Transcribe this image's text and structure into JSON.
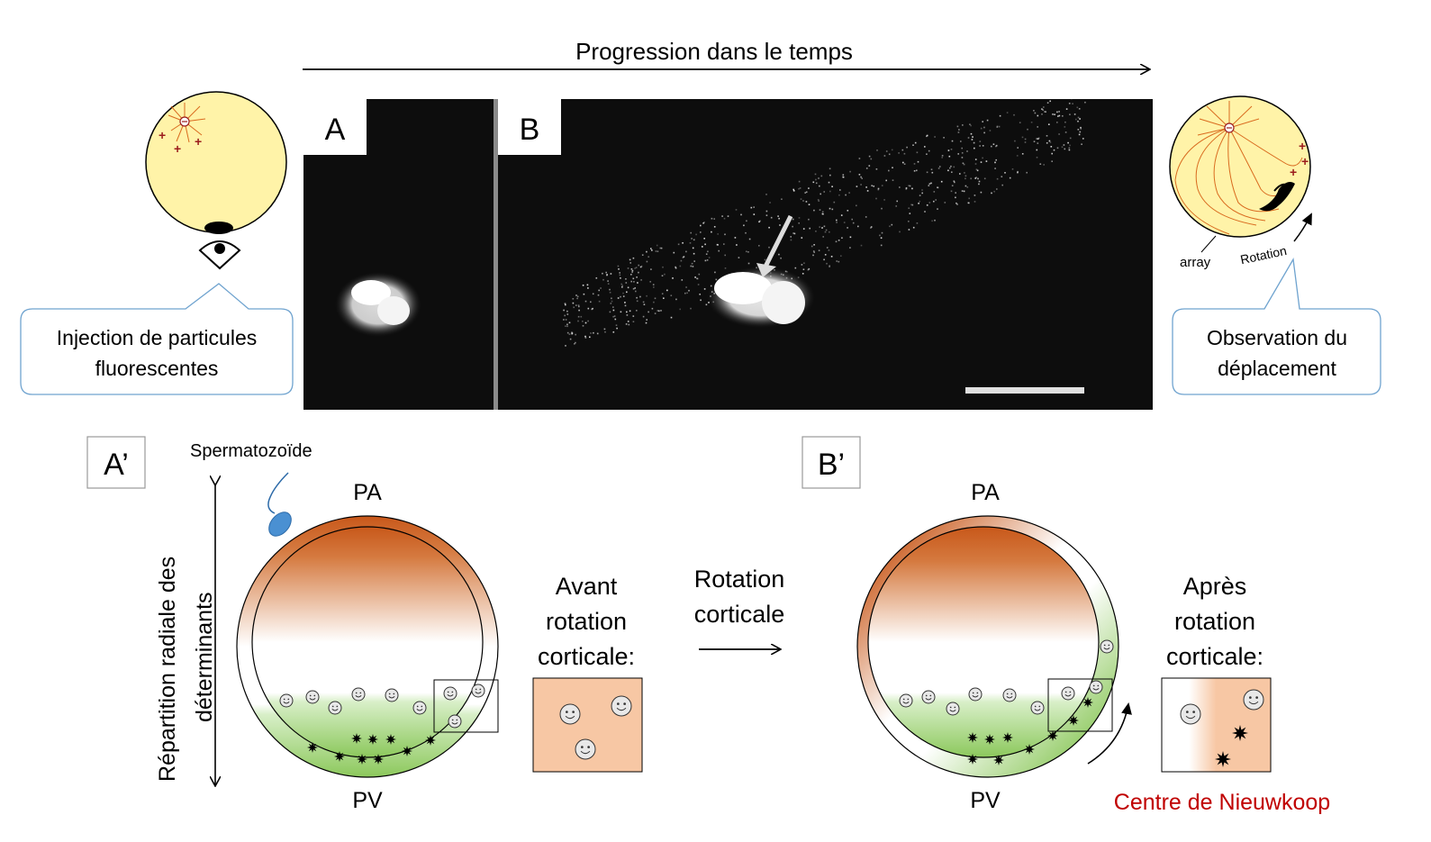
{
  "timeline": {
    "label": "Progression dans le temps"
  },
  "micrograph": {
    "panel_a": "A",
    "panel_b": "B"
  },
  "left_callout": {
    "line1": "Injection de particules",
    "line2": "fluorescentes"
  },
  "right_callout": {
    "line1": "Observation du",
    "line2": "déplacement"
  },
  "right_schematic": {
    "label_array": "array",
    "label_rotation": "Rotation"
  },
  "panel_a_prime": {
    "label": "A’",
    "sperm_label": "Spermatozoïde",
    "pole_top": "PA",
    "pole_bottom": "PV",
    "vertical_label_line1": "Répartition radiale des",
    "vertical_label_line2": "déterminants",
    "caption_lines": [
      "Avant",
      "rotation",
      "corticale:"
    ]
  },
  "middle": {
    "line1": "Rotation",
    "line2": "corticale"
  },
  "panel_b_prime": {
    "label": "B’",
    "pole_top": "PA",
    "pole_bottom": "PV",
    "caption_lines": [
      "Après",
      "rotation",
      "corticale:"
    ],
    "nieuwkoop_label": "Centre de Nieuwkoop"
  },
  "colors": {
    "animal_pole": "#c8581a",
    "vegetal_pole": "#8cc85c",
    "inset_peach": "#f7c7a4",
    "egg_yellow": "#fff3a8",
    "callout_border": "#6fa3cf",
    "nieuwkoop": "#c00000",
    "sperm": "#4a90d2"
  },
  "icons": [
    "eye-icon",
    "smiley-icon",
    "star-icon",
    "sperm-icon",
    "arrow-icon"
  ]
}
